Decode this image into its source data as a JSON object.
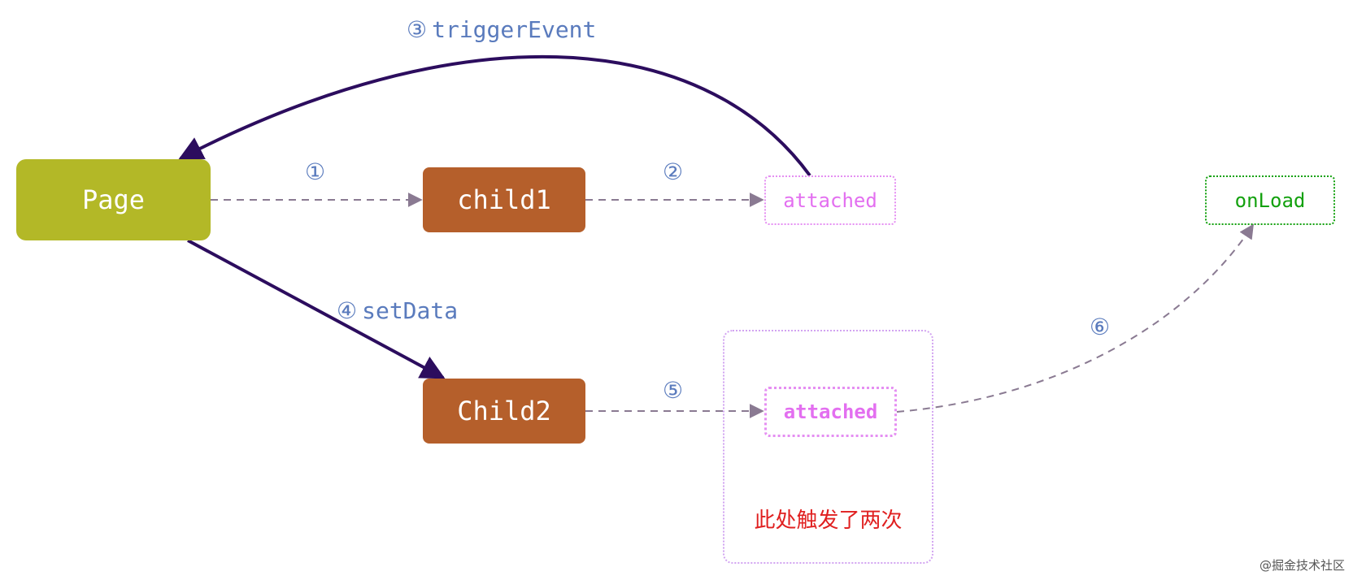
{
  "nodes": {
    "page": {
      "label": "Page"
    },
    "child1": {
      "label": "child1"
    },
    "child2": {
      "label": "Child2"
    },
    "attached1": {
      "label": "attached"
    },
    "attached2": {
      "label": "attached"
    },
    "onload": {
      "label": "onLoad"
    }
  },
  "edges": {
    "step1": {
      "label": "①"
    },
    "step2": {
      "label": "②"
    },
    "step3": {
      "number": "③",
      "label": "triggerEvent"
    },
    "step4": {
      "number": "④",
      "label": "setData"
    },
    "step5": {
      "label": "⑤"
    },
    "step6": {
      "label": "⑥"
    }
  },
  "group": {
    "note": "此处触发了两次"
  },
  "watermark": "@掘金技术社区",
  "colors": {
    "page_fill": "#b3b827",
    "child_fill": "#b55f2b",
    "attached": "#e36ff0",
    "attached_border": "#e58ff2",
    "onload": "#13a10e",
    "dashed_edge": "#8a7a92",
    "solid_edge": "#2c0d5e",
    "step_label": "#5a7bbd",
    "note": "#e02020"
  }
}
